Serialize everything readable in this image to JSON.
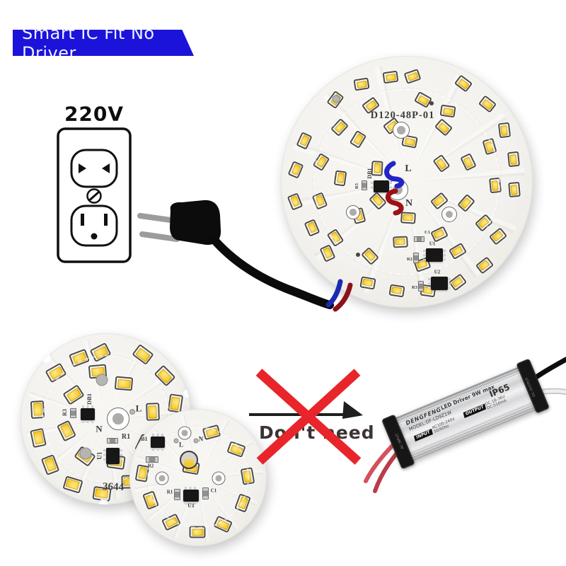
{
  "banner": {
    "label": "Smart IC Fit No Driver"
  },
  "outlet": {
    "voltage": "220V"
  },
  "boards": {
    "large": {
      "model": "D120-48P-01"
    },
    "medium": {
      "model": "3644"
    }
  },
  "silkscreen": {
    "db1": "DB1",
    "l": "L",
    "n": "N",
    "c1": "C1",
    "u1": "U1",
    "u2": "U2",
    "r1": "R1",
    "r2": "R2",
    "r3": "R3",
    "r5": "R5"
  },
  "annotation": {
    "dont_need": "Don't need"
  },
  "driver": {
    "brand": "DENGFENG",
    "title": "LED  Driver 9W max",
    "model": "MODEL:DF-LD9Z1W",
    "ip_rating": "IP65",
    "input_label": "INPUT",
    "input_spec1": "AC100-240V",
    "input_spec2": "50/60Hz",
    "output_label": "OUTPUT",
    "output_spec1": "DC:18-36V",
    "output_spec2": "DC:510mA",
    "ac_note": "AC INPUT",
    "dc_note": "DC OUTPUT"
  },
  "colors": {
    "banner_bg": "#1c13da",
    "cross_red": "#e7252b",
    "led_yellow": "#f6c926",
    "wire_blue": "#2126c4",
    "wire_red": "#9e1016"
  }
}
